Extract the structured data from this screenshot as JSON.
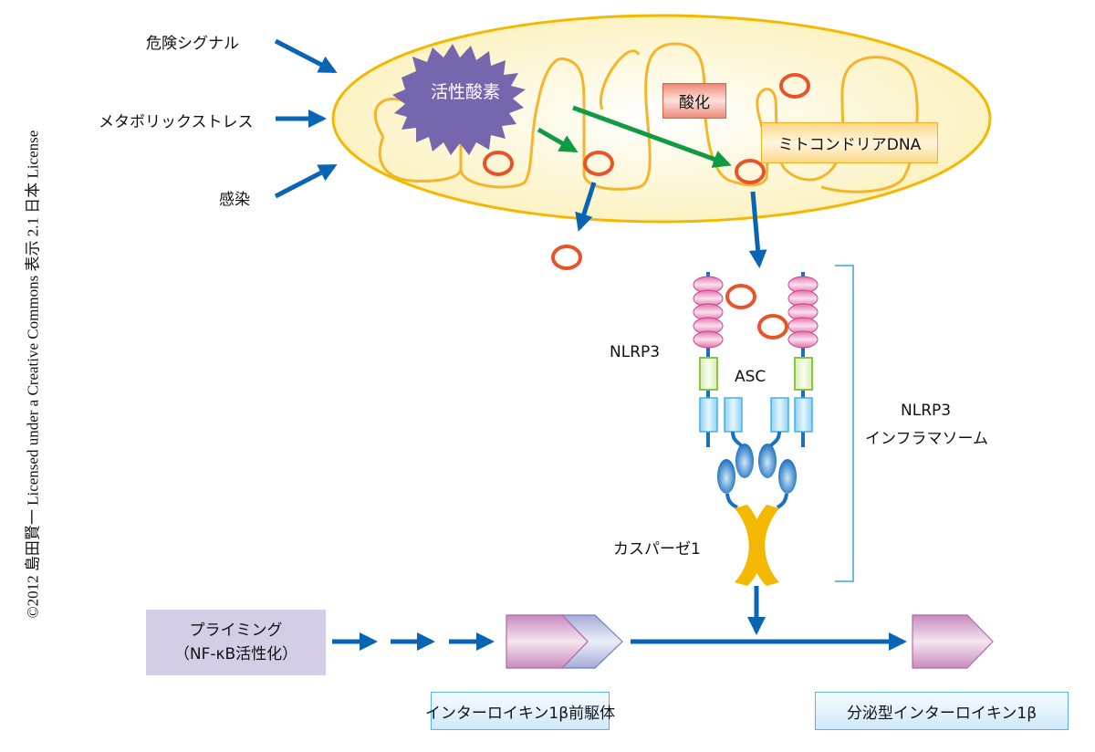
{
  "copyright": "©2012 島田賢一 Licensed under a Creative Commons 表示 2.1 日本 License",
  "inputs": {
    "danger_signal": "危険シグナル",
    "metabolic_stress": "メタボリックストレス",
    "infection": "感染"
  },
  "mitochondria": {
    "ros": "活性酸素",
    "oxidation": "酸化",
    "mtdna": "ミトコンドリアDNA"
  },
  "inflammasome": {
    "nlrp3": "NLRP3",
    "asc": "ASC",
    "caspase": "カスパーゼ1",
    "bracket_label_line1": "NLRP3",
    "bracket_label_line2": "インフラマソーム"
  },
  "priming": {
    "line1": "プライミング",
    "line2": "（NF-κB活性化）"
  },
  "products": {
    "pro_il1b": "インターロイキン1β前駆体",
    "mature_il1b": "分泌型インターロイキン1β"
  },
  "colors": {
    "arrow_blue": "#0a64b4",
    "arrow_green": "#0f9a44",
    "membrane": "#f5b52a",
    "matrix": "#fdf6d0",
    "ros_purple": "#7566ad",
    "dna_ring": "#e8542a",
    "lrr_pink": "#ee86bb",
    "nacht_green": "#8cc63f",
    "pyd_blue": "#45b1e8",
    "card_blue": "#1a6fbf",
    "caspase_yellow": "#f5b800",
    "bracket": "#3aa3de"
  }
}
